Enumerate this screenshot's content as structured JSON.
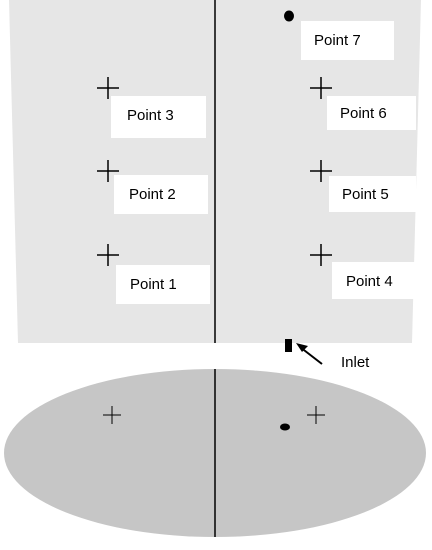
{
  "points": [
    {
      "id": "p1",
      "label": "Point 1"
    },
    {
      "id": "p2",
      "label": "Point 2"
    },
    {
      "id": "p3",
      "label": "Point 3"
    },
    {
      "id": "p4",
      "label": "Point 4"
    },
    {
      "id": "p5",
      "label": "Point 5"
    },
    {
      "id": "p6",
      "label": "Point 6"
    },
    {
      "id": "p7",
      "label": "Point 7"
    }
  ],
  "inlet_label": "Inlet",
  "colors": {
    "tank_fill": "#e6e6e6",
    "ellipse_fill": "#c6c6c6",
    "box_fill": "#ffffff",
    "ink": "#000000"
  }
}
